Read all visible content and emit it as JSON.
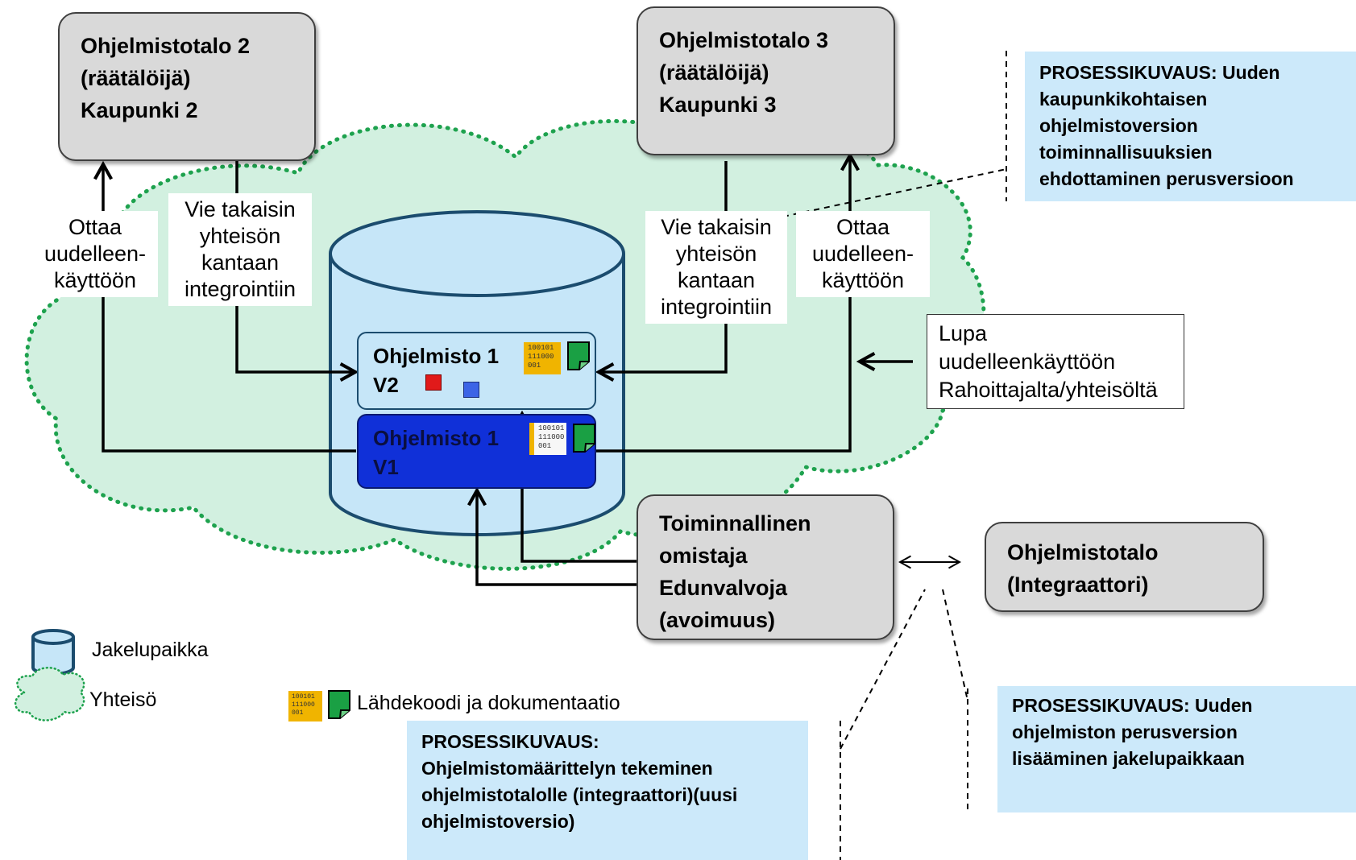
{
  "houses": {
    "h2": [
      "Ohjelmistotalo 2",
      "(räätälöijä)",
      "Kaupunki  2"
    ],
    "h3": [
      "Ohjelmistotalo 3",
      "(räätälöijä)",
      "Kaupunki  3"
    ],
    "integrator": [
      "Ohjelmistotalo",
      "(Integraattori)"
    ]
  },
  "owner": [
    "Toiminnallinen",
    "omistaja",
    "Edunvalvoja",
    "(avoimuus)"
  ],
  "labels": {
    "reuse": [
      "Ottaa",
      "uudelleen-",
      "käyttöön"
    ],
    "contribute": [
      "Vie takaisin",
      "yhteisön",
      "kantaan",
      "integrointiin"
    ]
  },
  "license": [
    "Lupa",
    "uudelleenkäyttöön",
    "Rahoittajalta/yhteisöltä"
  ],
  "software": {
    "v2": [
      "Ohjelmisto 1",
      "V2"
    ],
    "v1": [
      "Ohjelmisto 1",
      "V1"
    ],
    "code_icon_lines": [
      "100101",
      "111000",
      "001"
    ]
  },
  "notes": {
    "n1": [
      "PROSESSIKUVAUS:  Uuden",
      "kaupunkikohtaisen",
      "ohjelmistoversion",
      "toiminnallisuuksien",
      "ehdottaminen perusversioon"
    ],
    "n2": [
      "PROSESSIKUVAUS:",
      "Ohjelmistomäärittelyn tekeminen",
      "ohjelmistotalolle (integraattori)(uusi",
      "ohjelmistoversio)"
    ],
    "n3": [
      "PROSESSIKUVAUS:  Uuden",
      "ohjelmiston perusversion",
      "lisääminen jakelupaikkaan"
    ]
  },
  "legend": {
    "repository": "Jakelupaikka",
    "community": "Yhteisö",
    "source": "Lähdekoodi ja dokumentaatio"
  },
  "colors": {
    "cloud_fill": "#d2f0e0",
    "cloud_border": "#1ea24e",
    "cylinder_fill": "#c6e6f8",
    "cylinder_stroke": "#1b4c6e",
    "v2_fill": "#c6e6f8",
    "v1_fill": "#1030d8",
    "note_fill": "#cce9fa",
    "house_fill": "#d9d9d9",
    "code_icon": "#f0b400",
    "doc_icon": "#1aa044",
    "red_square": "#e11a1a",
    "blue_square": "#3c64e6"
  }
}
